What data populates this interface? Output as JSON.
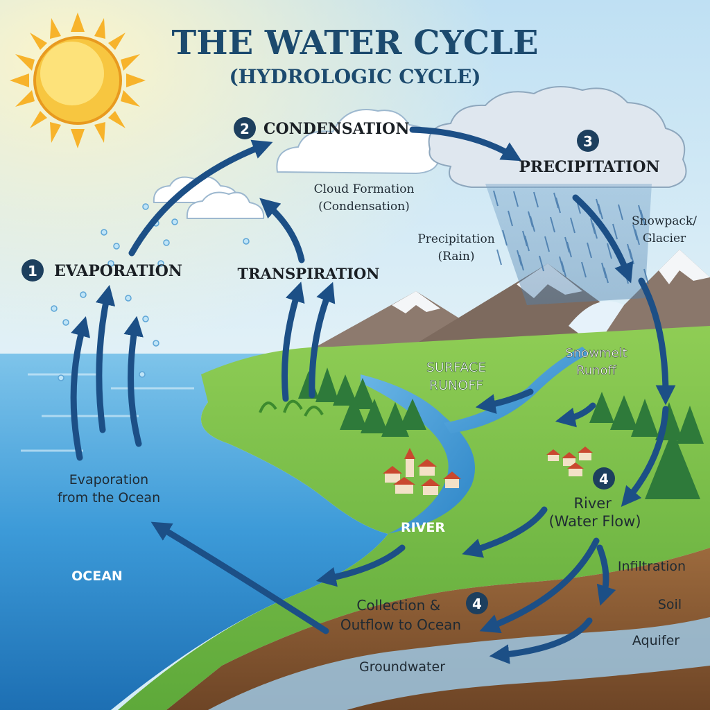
{
  "title": "THE WATER CYCLE",
  "subtitle": "(HYDROLOGIC CYCLE)",
  "stages": [
    {
      "number": "1",
      "label": "EVAPORATION"
    },
    {
      "number": "2",
      "label": "CONDENSATION"
    },
    {
      "number": "3",
      "label": "PRECIPITATION"
    },
    {
      "number": "4",
      "label": "River\n(Water Flow)"
    },
    {
      "number": "4",
      "label": "Collection &\nOutflow to Ocean"
    }
  ],
  "labels": {
    "transpiration": "TRANSPIRATION",
    "cloud_formation": "Cloud Formation",
    "cloud_formation_sub": "(Condensation)",
    "precip_rain": "Precipitation",
    "precip_rain_sub": "(Rain)",
    "snowpack": "Snowpack/",
    "snowpack_sub": "Glacier",
    "surface_runoff": "SURFACE",
    "surface_runoff_sub": "RUNOFF",
    "snowmelt": "Snowmelt",
    "snowmelt_sub": "Runoff",
    "evap_ocean": "Evaporation",
    "evap_ocean_sub": "from the Ocean",
    "ocean": "OCEAN",
    "river": "RIVER",
    "infiltration": "Infiltration",
    "soil": "Soil",
    "aquifer": "Aquifer",
    "groundwater": "Groundwater"
  },
  "icons": [
    "sun-icon",
    "cloud-icon",
    "rain-icon",
    "mountain-icon",
    "tree-icon",
    "house-icon",
    "plant-icon",
    "arrow-icon",
    "water-droplet-icon"
  ],
  "colors": {
    "title": "#1c4a6e",
    "arrow": "#1c4f86",
    "badge": "#1d3f5e",
    "ocean": "#2f8fd0",
    "land": "#7cc04a",
    "soil": "#8a5a32"
  }
}
